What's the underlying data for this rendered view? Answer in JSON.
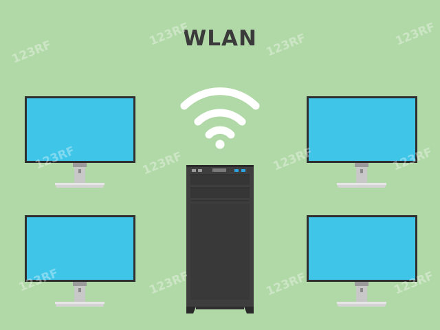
{
  "title": "WLAN",
  "watermark_text": "123RF",
  "colors": {
    "background": "#b1d9a7",
    "screen": "#3ec5e8",
    "bezel": "#2f2f2f",
    "stand": "#c8c8c8",
    "tower": "#3e3e3e",
    "wifi": "#ffffff",
    "title": "#3a3a3a"
  },
  "nodes": [
    {
      "id": "monitor-top-left",
      "type": "monitor-icon"
    },
    {
      "id": "monitor-top-right",
      "type": "monitor-icon"
    },
    {
      "id": "monitor-bottom-left",
      "type": "monitor-icon"
    },
    {
      "id": "monitor-bottom-right",
      "type": "monitor-icon"
    },
    {
      "id": "desktop-tower",
      "type": "pc-tower-icon"
    },
    {
      "id": "wifi-signal",
      "type": "wifi-icon"
    }
  ]
}
